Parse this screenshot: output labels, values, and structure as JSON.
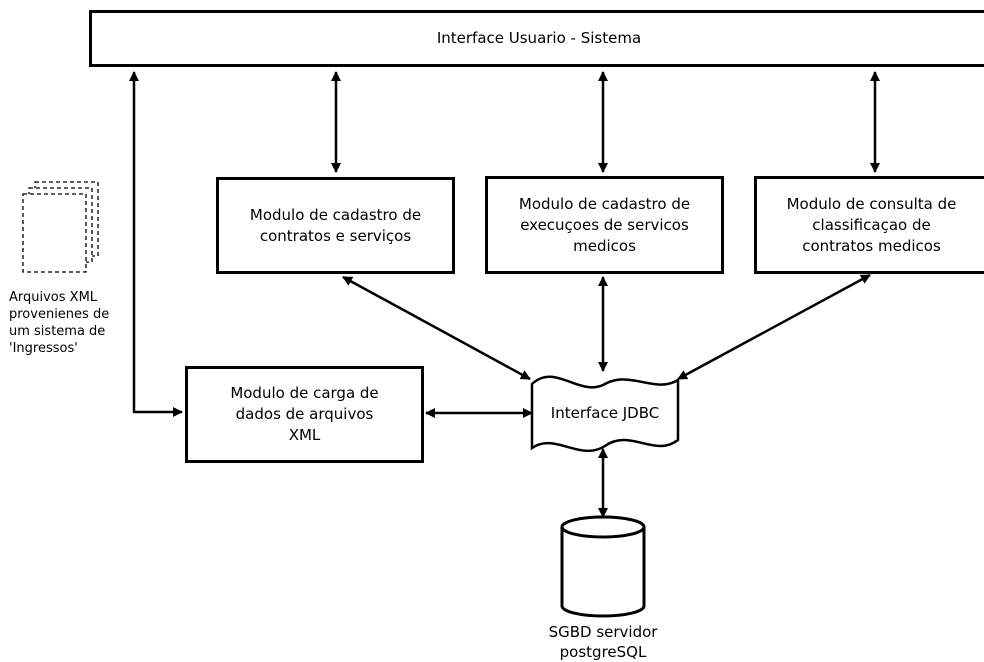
{
  "top_bar": {
    "label": "Interface Usuario - Sistema"
  },
  "modules": {
    "cadastro_contratos": {
      "line1": "Modulo de cadastro de",
      "line2": "contratos e serviços"
    },
    "cadastro_execucoes": {
      "line1": "Modulo de cadastro de",
      "line2": "execuçoes de servicos",
      "line3": "medicos"
    },
    "consulta_classificacao": {
      "line1": "Modulo de consulta de",
      "line2": "classificaçao de",
      "line3": "contratos medicos"
    },
    "carga_xml": {
      "line1": "Modulo de carga de",
      "line2": "dados de arquivos",
      "line3": "XML"
    }
  },
  "jdbc": {
    "label": "Interface JDBC"
  },
  "database": {
    "line1": "SGBD servidor",
    "line2": "postgreSQL"
  },
  "xml_files_note": {
    "line1": "Arquivos XML",
    "line2": "provenienes de",
    "line3": "um sistema de",
    "line4": "'Ingressos'"
  },
  "colors": {
    "stroke": "#000000",
    "background": "#ffffff"
  }
}
